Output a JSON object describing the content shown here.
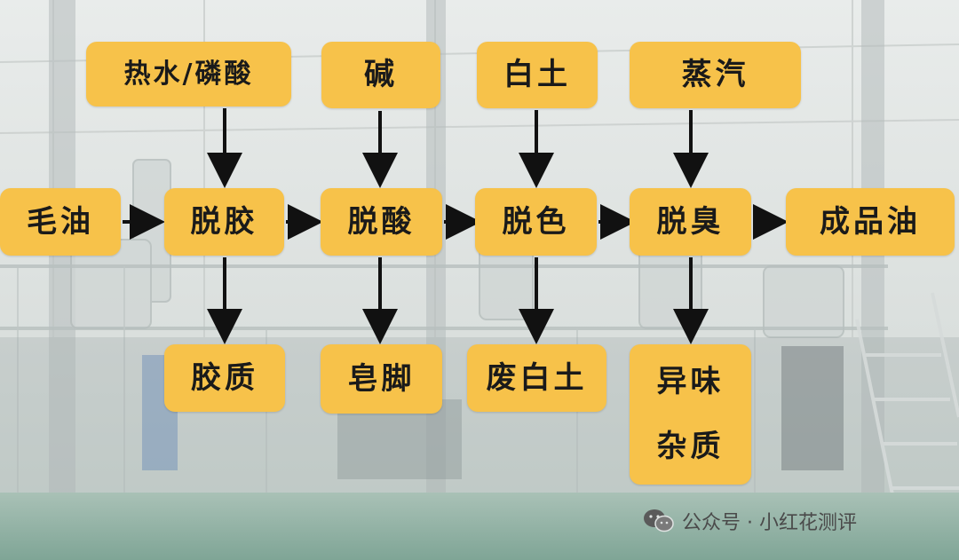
{
  "inputs": {
    "hot_water": "热水/磷酸",
    "alkali": "碱",
    "clay_in": "白土",
    "steam": "蒸汽"
  },
  "process": {
    "crude_oil": "毛油",
    "degumming": "脱胶",
    "deacidification": "脱酸",
    "decolorization": "脱色",
    "deodorization": "脱臭",
    "finished_oil": "成品油"
  },
  "outputs": {
    "gum": "胶质",
    "soapstock": "皂脚",
    "waste_clay": "废白土",
    "odor_line1": "异味",
    "odor_line2": "杂质"
  },
  "watermark": {
    "text": "公众号 · 小红花测评",
    "icon": "wechat-icon"
  }
}
